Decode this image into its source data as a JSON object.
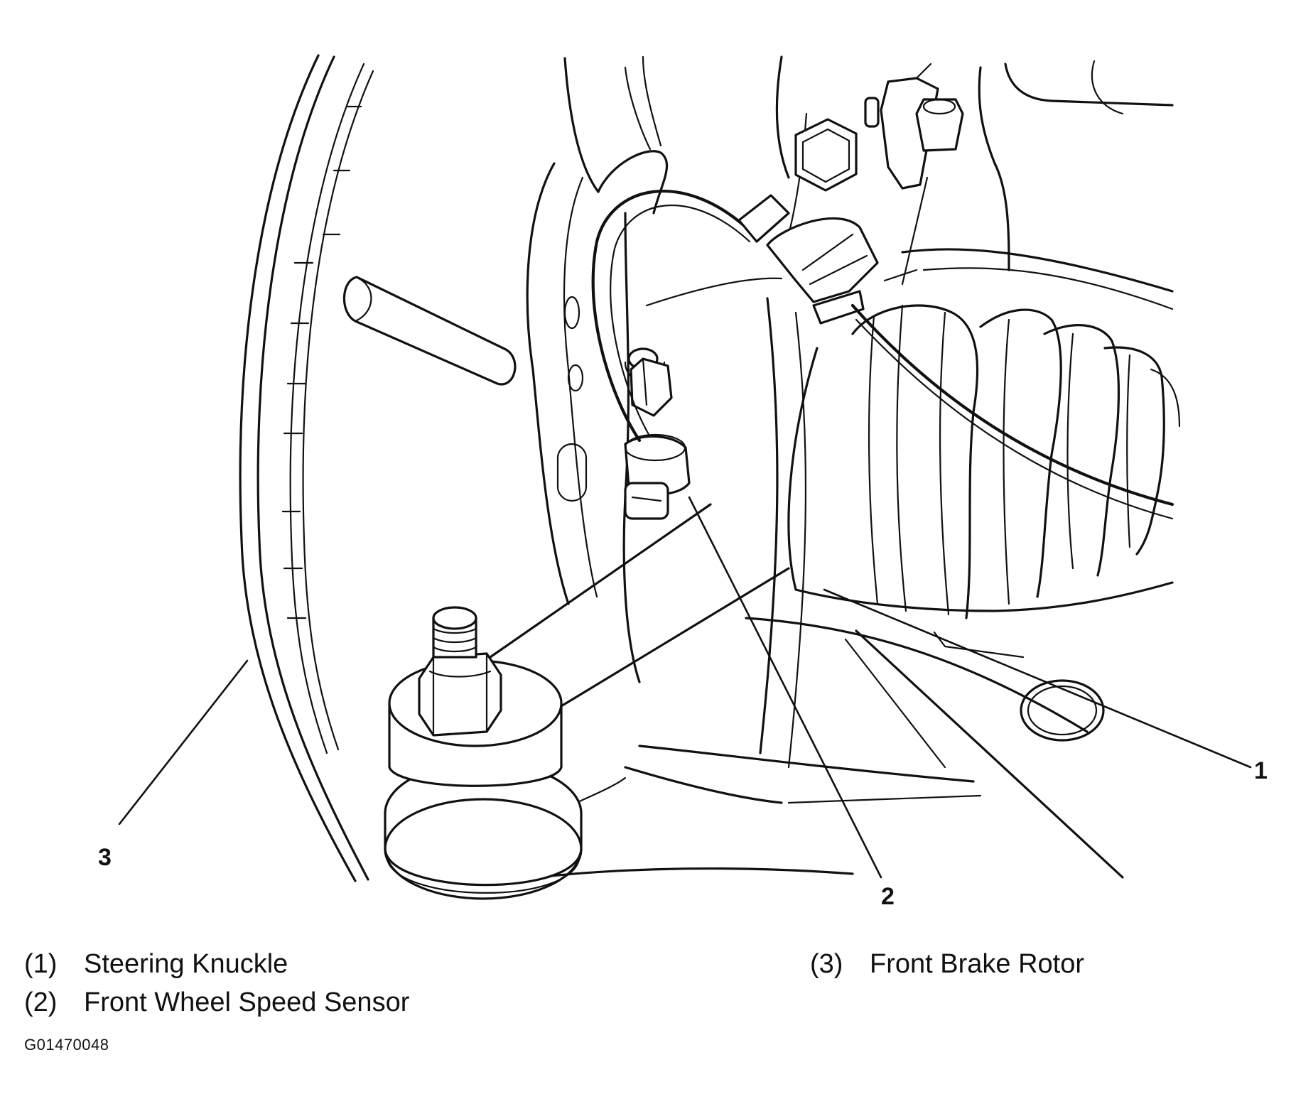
{
  "callouts": [
    {
      "number": "1",
      "label": "Steering Knuckle"
    },
    {
      "number": "2",
      "label": "Front Wheel Speed Sensor"
    },
    {
      "number": "3",
      "label": "Front Brake Rotor"
    }
  ],
  "legend": {
    "item1": {
      "number": "(1)",
      "label": "Steering Knuckle"
    },
    "item2": {
      "number": "(2)",
      "label": "Front Wheel Speed Sensor"
    },
    "item3": {
      "number": "(3)",
      "label": "Front Brake Rotor"
    }
  },
  "figure_id": "G01470048"
}
